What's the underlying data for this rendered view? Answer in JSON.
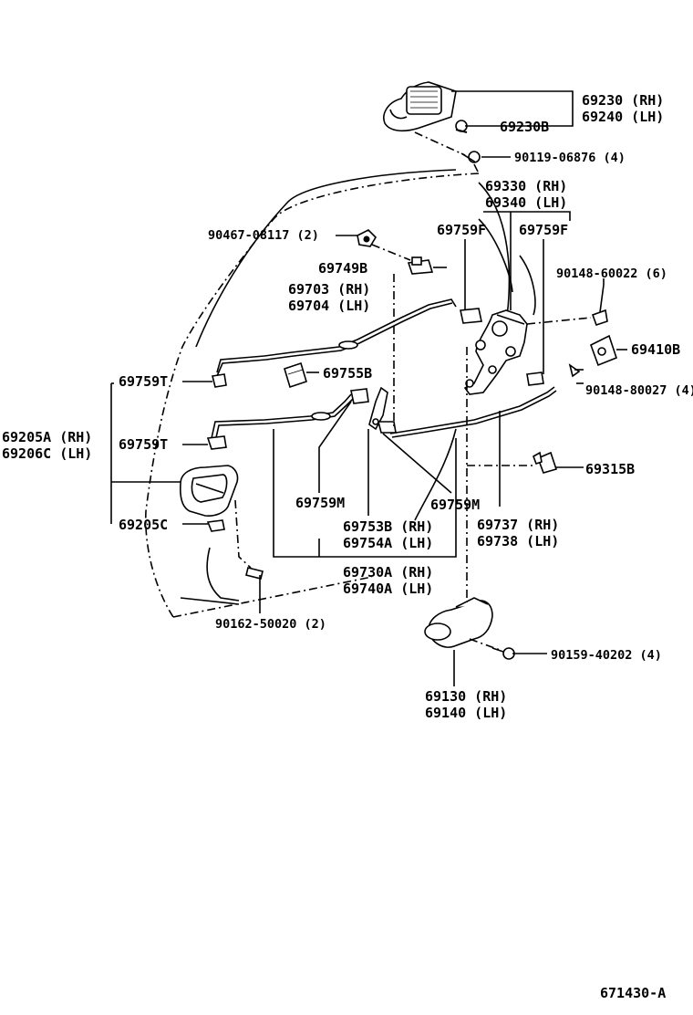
{
  "labels": {
    "p69230_rh": "69230 (RH)",
    "p69240_lh": "69240 (LH)",
    "p69230b": "69230B",
    "p90119": "90119-06876 (4)",
    "p69330_rh": "69330 (RH)",
    "p69340_lh": "69340 (LH)",
    "p90467": "90467-08117 (2)",
    "p69759f_1": "69759F",
    "p69759f_2": "69759F",
    "p69749b": "69749B",
    "p90148_60022": "90148-60022 (6)",
    "p69703_rh": "69703 (RH)",
    "p69704_lh": "69704 (LH)",
    "p69410b": "69410B",
    "p69759t_1": "69759T",
    "p69755b": "69755B",
    "p90148_80027": "90148-80027 (4)",
    "p69205a_rh": "69205A (RH)",
    "p69206c_lh": "69206C (LH)",
    "p69759t_2": "69759T",
    "p69315b": "69315B",
    "p69759m_1": "69759M",
    "p69759m_2": "69759M",
    "p69753b_rh": "69753B (RH)",
    "p69754a_lh": "69754A (LH)",
    "p69737_rh": "69737 (RH)",
    "p69738_lh": "69738 (LH)",
    "p69205c": "69205C",
    "p69730a_rh": "69730A (RH)",
    "p69740a_lh": "69740A (LH)",
    "p90162": "90162-50020 (2)",
    "p90159": "90159-40202 (4)",
    "p69130_rh": "69130 (RH)",
    "p69140_lh": "69140 (LH)",
    "figure_code": "671430-A"
  }
}
